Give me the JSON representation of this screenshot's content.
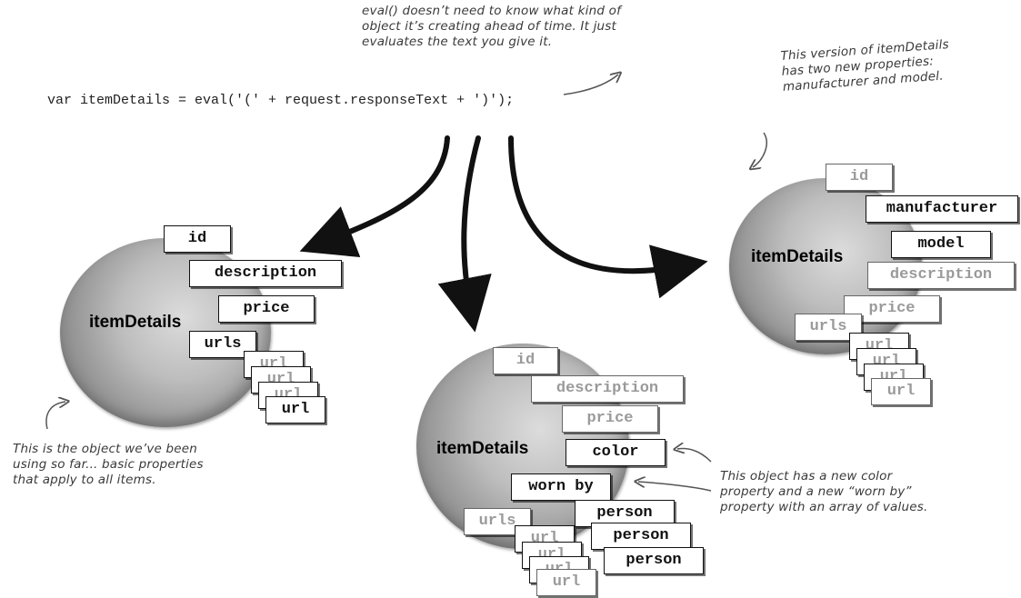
{
  "code_line": "var itemDetails = eval('(' + request.responseText + ')');",
  "notes": {
    "top": [
      "eval() doesn’t need to know what kind of",
      "object it’s creating ahead of time. It just",
      "evaluates the text you give it."
    ],
    "right": [
      "This version of itemDetails",
      "has two new properties:",
      "manufacturer and model."
    ],
    "left": [
      "This is the object we’ve been",
      "using so far... basic properties",
      "that apply to all items."
    ],
    "bottom": [
      "This object has a new color",
      "property and a new “worn by”",
      "property with an array of values."
    ]
  },
  "objects": {
    "left": {
      "name": "itemDetails",
      "props": [
        "id",
        "description",
        "price",
        "urls"
      ],
      "url_cards": [
        "url",
        "url",
        "url",
        "url"
      ]
    },
    "middle": {
      "name": "itemDetails",
      "props": [
        "id",
        "description",
        "price",
        "color",
        "worn by",
        "urls"
      ],
      "person_cards": [
        "person",
        "person",
        "person"
      ],
      "url_cards": [
        "url",
        "url",
        "url",
        "url"
      ]
    },
    "right": {
      "name": "itemDetails",
      "props": [
        "id",
        "manufacturer",
        "model",
        "description",
        "price",
        "urls"
      ],
      "url_cards": [
        "url",
        "url",
        "url",
        "url"
      ]
    }
  }
}
